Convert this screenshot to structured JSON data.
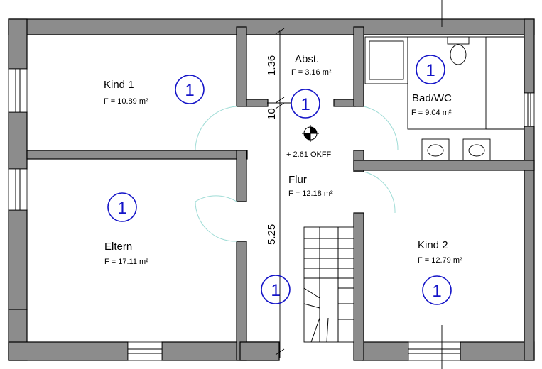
{
  "rooms": [
    {
      "name": "Kind 1",
      "area": "F = 10.89 m²"
    },
    {
      "name": "Abst.",
      "area": "F = 3.16 m²"
    },
    {
      "name": "Bad/WC",
      "area": "F = 9.04 m²"
    },
    {
      "name": "Eltern",
      "area": "F = 17.11 m²"
    },
    {
      "name": "Flur",
      "area": "F = 12.18 m²"
    },
    {
      "name": "Kind 2",
      "area": "F = 12.79 m²"
    }
  ],
  "dimensions": [
    "1.36",
    "10",
    "5.25"
  ],
  "level_marker": "+ 2.61 OKFF",
  "room_badge": "1",
  "colors": {
    "wall": "#8c8c8c",
    "badge": "#1414c8",
    "door_arc": "#9fdcd6"
  }
}
